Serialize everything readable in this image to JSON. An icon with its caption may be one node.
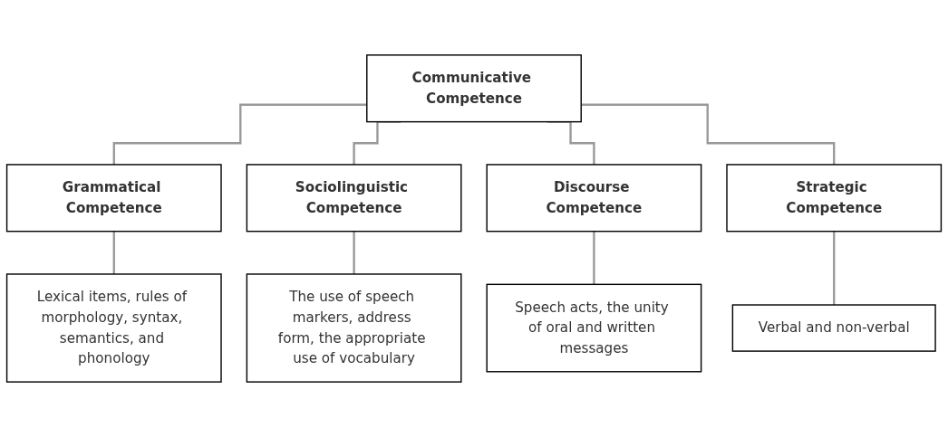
{
  "diagram": {
    "nodes": [
      {
        "text": [
          "Communicative Competence"
        ]
      },
      {
        "text": [
          "Grammatical Competence"
        ]
      },
      {
        "text": [
          "Sociolinguistic Competence"
        ]
      },
      {
        "text": [
          "Discourse Competence"
        ]
      },
      {
        "text": [
          "Strategic Competence"
        ]
      },
      {
        "text": [
          "Lexical items, rules of morphology, syntax, semantics, and phonology"
        ]
      },
      {
        "text": [
          "The use of speech markers, address form, the appropriate use of vocabulary"
        ]
      },
      {
        "text": [
          "Speech acts, the unity of oral and written messages"
        ]
      },
      {
        "text": [
          "Verbal and non-verbal"
        ]
      }
    ],
    "edges": [
      {
        "from": 0,
        "to": 1,
        "arrow": "none"
      },
      {
        "from": 0,
        "to": 2,
        "arrow": "none"
      },
      {
        "from": 0,
        "to": 3,
        "arrow": "none"
      },
      {
        "from": 0,
        "to": 4,
        "arrow": "none"
      },
      {
        "from": 1,
        "to": 5,
        "arrow": "none"
      },
      {
        "from": 2,
        "to": 6,
        "arrow": "none"
      },
      {
        "from": 3,
        "to": 7,
        "arrow": "none"
      },
      {
        "from": 4,
        "to": 8,
        "arrow": "none"
      }
    ]
  }
}
